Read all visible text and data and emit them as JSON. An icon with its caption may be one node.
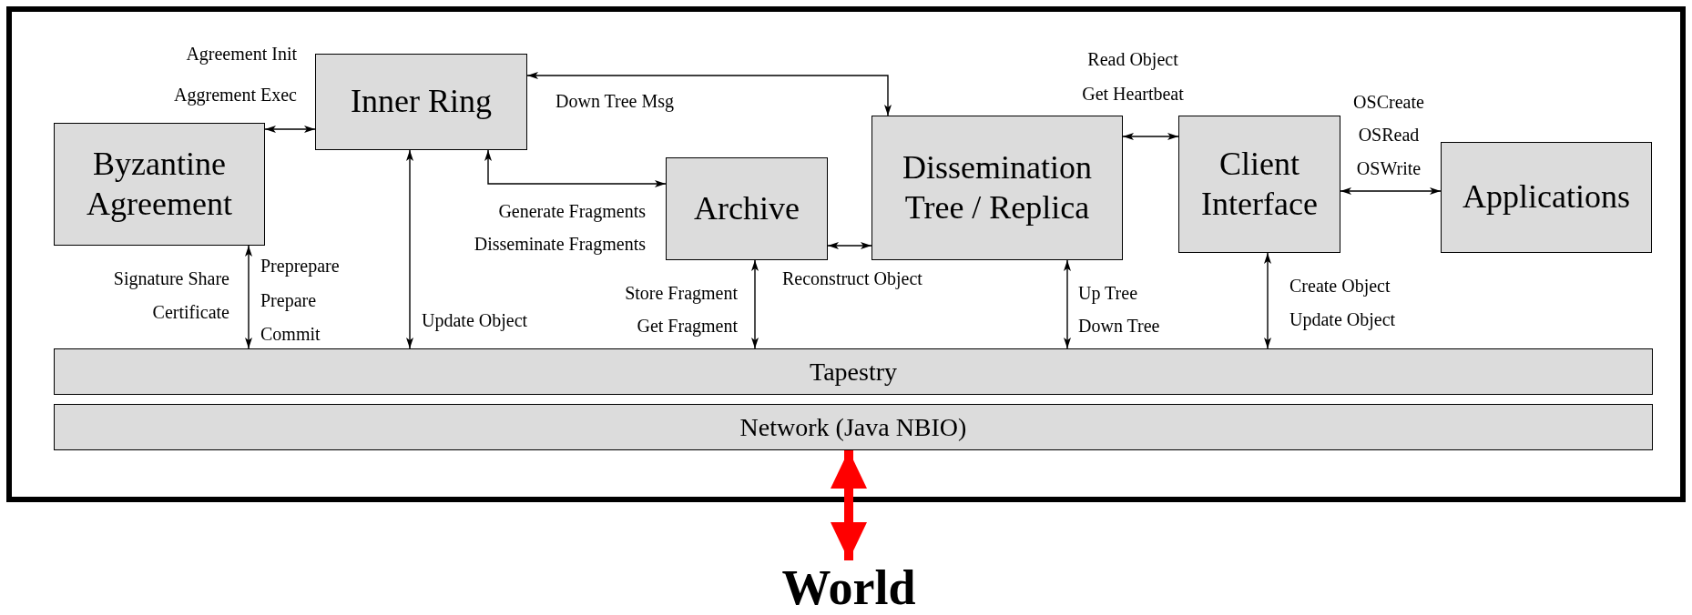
{
  "diagram": {
    "nodes": [
      {
        "text": [],
        "shape": "box"
      },
      {
        "text": [
          "Byzantine Agreement"
        ],
        "in": 0
      },
      {
        "text": [
          "Inner Ring"
        ],
        "in": 0
      },
      {
        "text": [
          "Archive"
        ],
        "in": 0
      },
      {
        "text": [
          "Dissemination Tree / Replica"
        ],
        "in": 0
      },
      {
        "text": [
          "Client Interface"
        ],
        "in": 0
      },
      {
        "text": [
          "Applications"
        ],
        "in": 0
      },
      {
        "text": [
          "Tapestry"
        ],
        "in": 0
      },
      {
        "text": [
          "Network (Java NBIO)"
        ],
        "in": 0
      },
      {
        "text": [
          "World"
        ]
      }
    ],
    "edges": [
      {
        "from": 1,
        "to": 2,
        "arrow": "both"
      },
      {
        "from": 2,
        "to": 4,
        "arrow": "both"
      },
      {
        "from": 2,
        "to": 3,
        "arrow": "both"
      },
      {
        "from": 3,
        "to": 4,
        "arrow": "both"
      },
      {
        "from": 4,
        "to": 5,
        "arrow": "both"
      },
      {
        "from": 5,
        "to": 6,
        "arrow": "both"
      },
      {
        "from": 1,
        "to": 7,
        "arrow": "both"
      },
      {
        "from": 2,
        "to": 7,
        "arrow": "both"
      },
      {
        "from": 3,
        "to": 7,
        "arrow": "both"
      },
      {
        "from": 4,
        "to": 7,
        "arrow": "both"
      },
      {
        "from": 5,
        "to": 7,
        "arrow": "both"
      },
      {
        "from": 8,
        "to": 9,
        "arrow": "both",
        "style": "thick",
        "color": "#ff0000"
      }
    ],
    "labels": [
      "Agreement Init",
      "Read Object",
      "Aggrement Exec",
      "Down Tree Msg",
      "Get Heartbeat",
      "OSCreate",
      "OSRead",
      "OSWrite",
      "Generate Fragments",
      "Disseminate Fragments",
      "Signature Share",
      "Preprepare",
      "Reconstruct Object",
      "Store Fragment",
      "Up Tree",
      "Create Object",
      "Certificate",
      "Prepare",
      "Update Object",
      "Get Fragment",
      "Down Tree",
      "Update Object",
      "Commit"
    ]
  }
}
